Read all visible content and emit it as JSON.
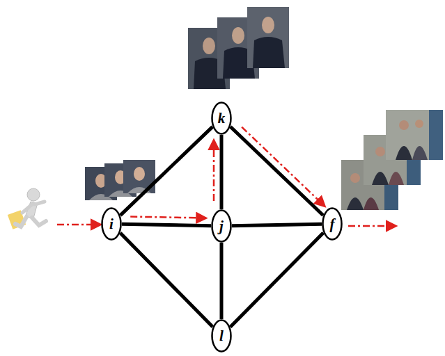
{
  "diagram": {
    "nodes": [
      {
        "text": [
          "i"
        ]
      },
      {
        "text": [
          "j"
        ]
      },
      {
        "text": [
          "k"
        ]
      },
      {
        "text": [
          "l"
        ]
      },
      {
        "text": [
          "f"
        ]
      }
    ],
    "edges": [
      {
        "from": 0,
        "to": 2,
        "arrow": "none"
      },
      {
        "from": 0,
        "to": 1,
        "arrow": "none"
      },
      {
        "from": 0,
        "to": 3,
        "arrow": "none"
      },
      {
        "from": 2,
        "to": 1,
        "arrow": "none"
      },
      {
        "from": 1,
        "to": 3,
        "arrow": "none"
      },
      {
        "from": 1,
        "to": 4,
        "arrow": "none"
      },
      {
        "from": 2,
        "to": 4,
        "arrow": "none"
      },
      {
        "from": 3,
        "to": 4,
        "arrow": "none"
      },
      {
        "from": 0,
        "to": 1,
        "arrow": "to"
      },
      {
        "from": 1,
        "to": 2,
        "arrow": "to"
      },
      {
        "from": 2,
        "to": 4,
        "arrow": "to"
      }
    ]
  }
}
